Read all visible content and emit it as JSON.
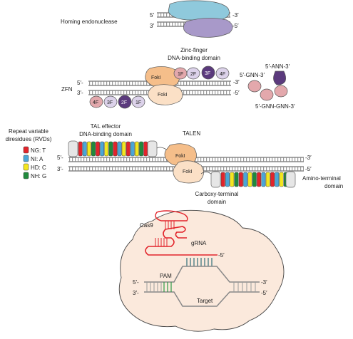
{
  "homing": {
    "label": "Homing endonuclease",
    "top_5": "5′",
    "top_3": "-3′",
    "bot_3": "3′",
    "bot_5": "-5′"
  },
  "zfn": {
    "title_line1": "Zinc-finger",
    "title_line2": "DNA-binding domain",
    "label": "ZFN",
    "top_5": "5′-",
    "top_3": "-3′",
    "bot_3": "3′-",
    "bot_5": "-5′",
    "foki": "FokI",
    "top_fingers": [
      "1F",
      "2F",
      "3F",
      "4F"
    ],
    "bottom_fingers": [
      "4F",
      "3F",
      "2F",
      "1F"
    ],
    "motif_ann": "5′-ANN-3′",
    "motif_gnn": "5′-GNN-3′",
    "motif_gnngnn": "5′-GNN-GNN-3′"
  },
  "talen": {
    "rvd_title_line1": "Repeat variable",
    "rvd_title_line2": "diresidues (RVDs)",
    "tal_line1": "TAL effector",
    "tal_line2": "DNA-binding domain",
    "label": "TALEN",
    "top_5": "5′-",
    "top_3": "-3′",
    "bot_3": "3′-",
    "bot_5": "-5′",
    "foki": "FokI",
    "carboxy_line1": "Carboxy-terminal",
    "carboxy_line2": "domain",
    "amino_line1": "Amino-terminal",
    "amino_line2": "domain",
    "legend": [
      {
        "label": "NG: T",
        "color": "#e2242b"
      },
      {
        "label": "NI: A",
        "color": "#4aa6d8"
      },
      {
        "label": "HD: C",
        "color": "#f3e61e"
      },
      {
        "label": "NH: G",
        "color": "#1f8a3c"
      }
    ],
    "top_repeats": [
      "#e2242b",
      "#4aa6d8",
      "#f3e61e",
      "#1f8a3c",
      "#e2242b",
      "#4aa6d8",
      "#f3e61e",
      "#1f8a3c",
      "#e2242b",
      "#4aa6d8",
      "#f3e61e",
      "#e2242b",
      "#4aa6d8",
      "#f3e61e",
      "#1f8a3c",
      "#e2242b"
    ],
    "bottom_repeats": [
      "#e2242b",
      "#4aa6d8",
      "#f3e61e",
      "#1f8a3c",
      "#e2242b",
      "#4aa6d8",
      "#f3e61e",
      "#1f8a3c",
      "#e2242b",
      "#4aa6d8",
      "#f3e61e",
      "#e2242b",
      "#4aa6d8",
      "#f3e61e",
      "#1f8a3c"
    ]
  },
  "cas9": {
    "label": "Cas9",
    "grna": "gRNA",
    "grna_5": "-5′",
    "pam": "PAM",
    "target": "Target",
    "top_5": "5′-",
    "top_3": "-3′",
    "bot_3": "3′-",
    "bot_5": "-5′"
  },
  "colors": {
    "homing_blue": "#8fc9dc",
    "homing_purple": "#a899c9",
    "foki_orange": "#f5be8a",
    "foki_light": "#fbe0c6",
    "finger_pink": "#e3a8ac",
    "finger_lilac": "#dcd2ea",
    "finger_dark": "#5b3a7d",
    "cas9_fill": "#fbe9dc",
    "grna_red": "#e2242b",
    "target_teal": "#2f6e78",
    "pam_green": "#2e9a46",
    "dna_gray": "#888888"
  }
}
